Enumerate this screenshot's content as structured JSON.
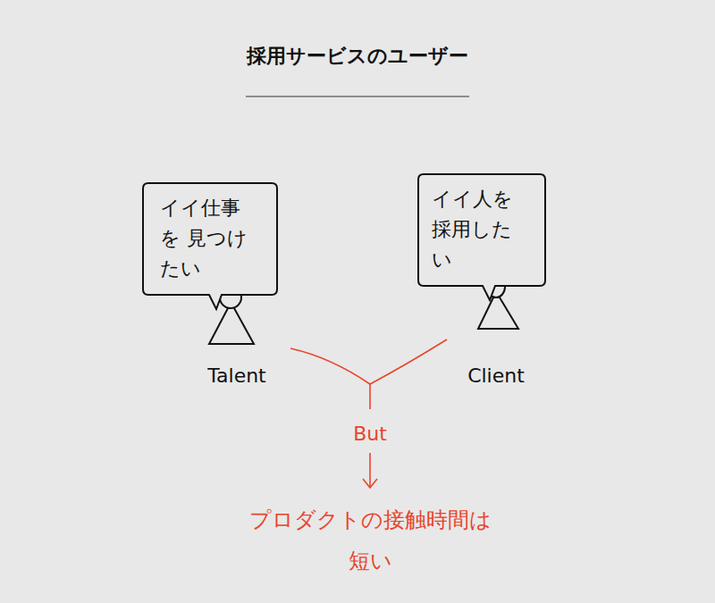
{
  "diagram": {
    "title": "採用サービスのユーザー",
    "nodes": [
      {
        "text": [
          "イイ仕事を 見つけたい"
        ]
      },
      {
        "text": [
          "イイ人を 採用したい"
        ]
      }
    ],
    "labels": [
      "Talent",
      "Client",
      "But",
      "プロダクトの接触時間は 短い"
    ]
  }
}
